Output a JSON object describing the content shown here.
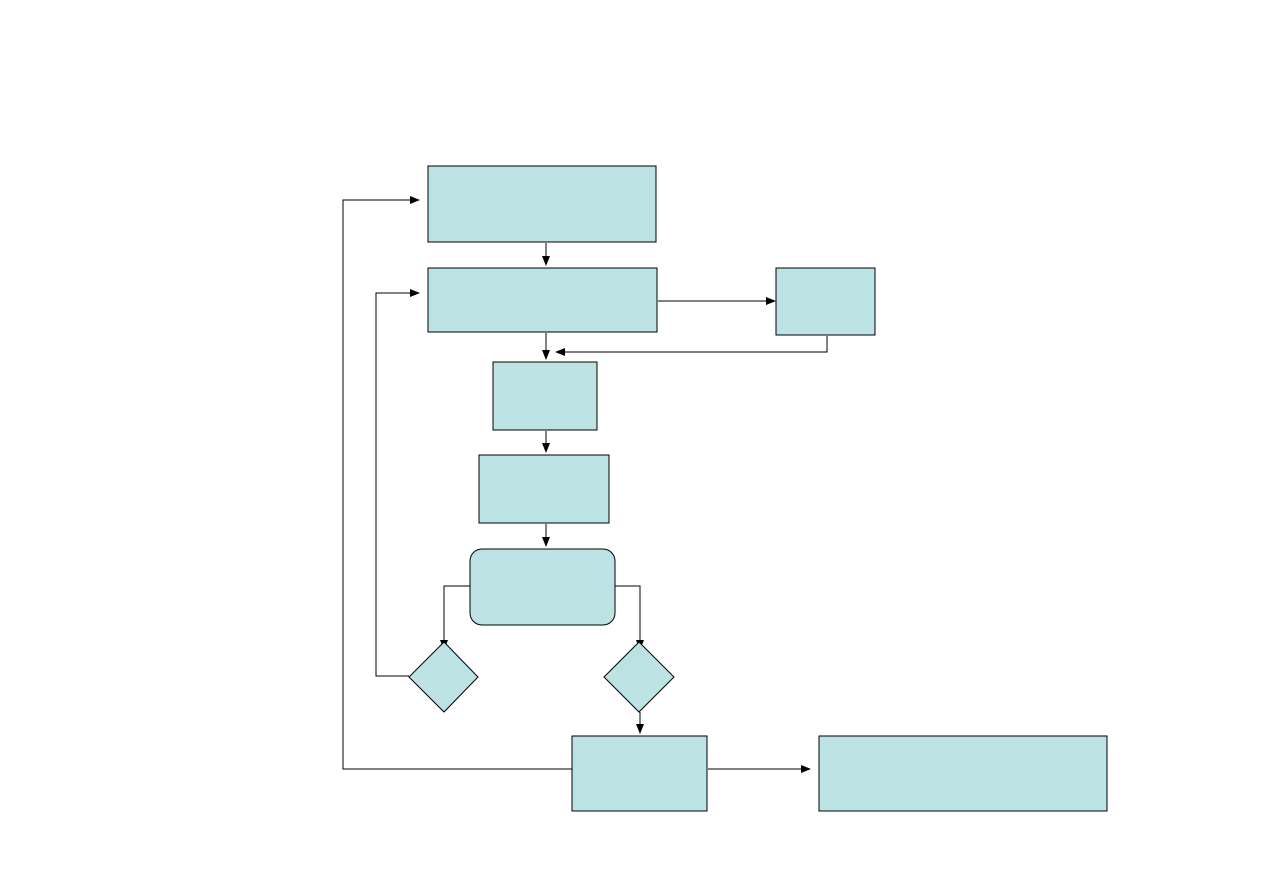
{
  "diagram": {
    "type": "flowchart",
    "colors": {
      "node_fill": "#bde2e3",
      "line": "#000000",
      "background": "#ffffff"
    },
    "nodes": [
      {
        "id": "box-1",
        "shape": "rectangle",
        "text": ""
      },
      {
        "id": "box-2",
        "shape": "rectangle",
        "text": ""
      },
      {
        "id": "box-side",
        "shape": "rectangle",
        "text": ""
      },
      {
        "id": "box-3",
        "shape": "rectangle",
        "text": ""
      },
      {
        "id": "box-4",
        "shape": "rectangle",
        "text": ""
      },
      {
        "id": "box-5",
        "shape": "rounded-rectangle",
        "text": ""
      },
      {
        "id": "decision-left",
        "shape": "diamond",
        "text": ""
      },
      {
        "id": "decision-right",
        "shape": "diamond",
        "text": ""
      },
      {
        "id": "box-6",
        "shape": "rectangle",
        "text": ""
      },
      {
        "id": "box-final",
        "shape": "rectangle",
        "text": ""
      }
    ],
    "edges": [
      {
        "from": "box-1",
        "to": "box-2"
      },
      {
        "from": "box-2",
        "to": "box-side"
      },
      {
        "from": "box-side",
        "to": "box-3"
      },
      {
        "from": "box-2",
        "to": "box-3"
      },
      {
        "from": "box-3",
        "to": "box-4"
      },
      {
        "from": "box-4",
        "to": "box-5"
      },
      {
        "from": "box-5",
        "to": "decision-left"
      },
      {
        "from": "box-5",
        "to": "decision-right"
      },
      {
        "from": "decision-left",
        "to": "box-2"
      },
      {
        "from": "decision-right",
        "to": "box-6"
      },
      {
        "from": "box-6",
        "to": "box-final"
      },
      {
        "from": "box-6",
        "to": "box-1"
      }
    ]
  }
}
